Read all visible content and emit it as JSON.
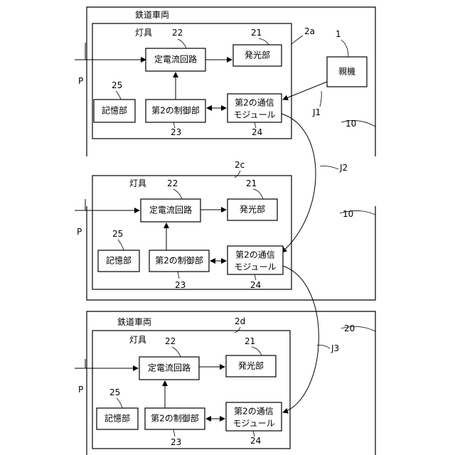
{
  "labels": {
    "railway_vehicle": "鉄道車両",
    "lamp": "灯具",
    "constant_current": "定電流回路",
    "light_emitter": "発光部",
    "memory": "記憶部",
    "second_controller": "第2の制御部",
    "comm_module_line1": "第2の通信",
    "comm_module_line2": "モジュール",
    "parent_device": "親機",
    "power": "P"
  },
  "refs": {
    "r1": "1",
    "r2a": "2a",
    "r2c": "2c",
    "r2d": "2d",
    "r10": "10",
    "r20": "20",
    "r21": "21",
    "r22": "22",
    "r23": "23",
    "r24": "24",
    "r25": "25",
    "j1": "J1",
    "j2": "J2",
    "j3": "J3"
  }
}
